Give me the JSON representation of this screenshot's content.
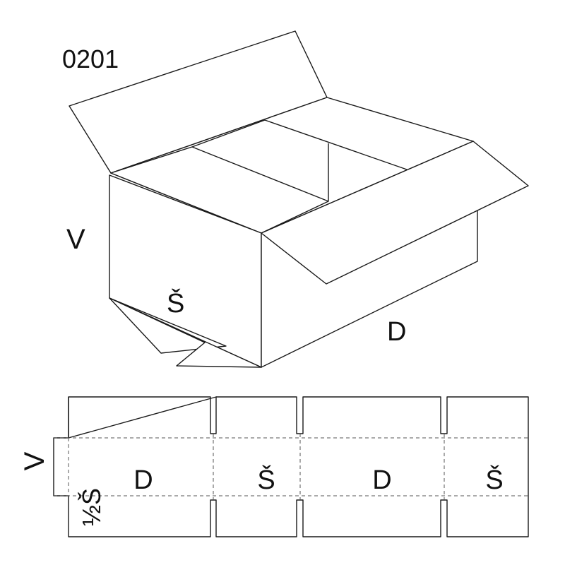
{
  "style_code": "0201",
  "box_labels": {
    "height": "V",
    "width": "Š",
    "length": "D"
  },
  "net_labels": {
    "height": "V",
    "half_width": "½Š",
    "panels": [
      "D",
      "Š",
      "D",
      "Š"
    ]
  }
}
